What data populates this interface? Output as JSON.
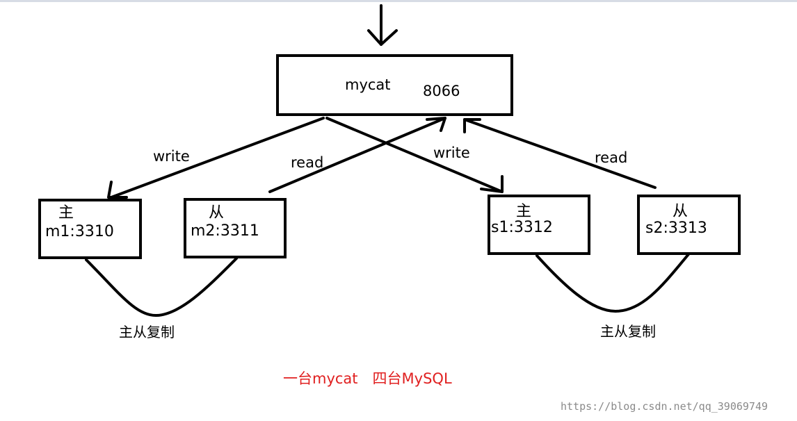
{
  "mycat": {
    "name": "mycat",
    "port": "8066"
  },
  "group1": {
    "master": {
      "role": "主",
      "addr": "m1:3310"
    },
    "slave": {
      "role": "从",
      "addr": "m2:3311"
    },
    "replication_label": "主从复制"
  },
  "group2": {
    "master": {
      "role": "主",
      "addr": "s1:3312"
    },
    "slave": {
      "role": "从",
      "addr": "s2:3313"
    },
    "replication_label": "主从复制"
  },
  "edges": {
    "write_m1": "write",
    "read_m2": "read",
    "write_s1": "write",
    "read_s2": "read"
  },
  "note": "一台mycat　四台MySQL",
  "watermark": "https://blog.csdn.net/qq_39069749",
  "colors": {
    "stroke": "#000000",
    "note": "#e02020",
    "watermark": "#8a8a8a"
  }
}
